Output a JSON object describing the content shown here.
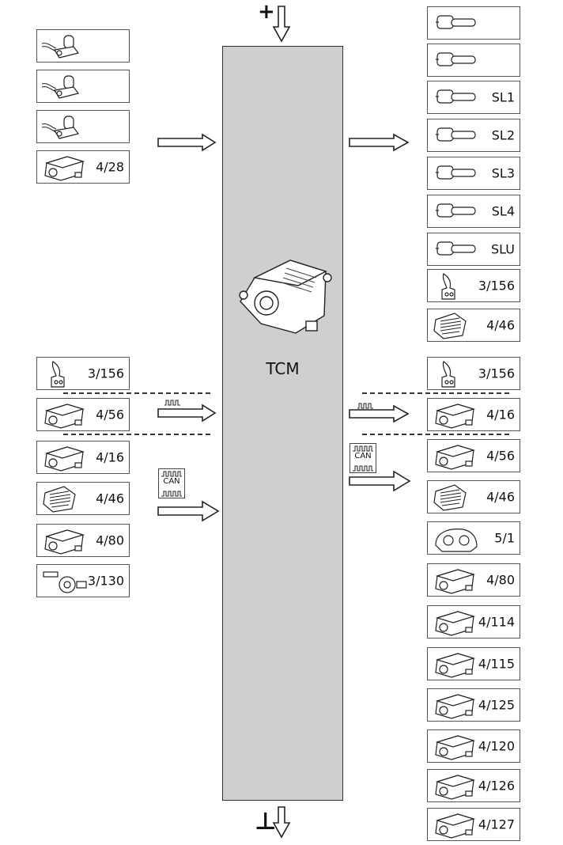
{
  "tcm": {
    "label": "TCM"
  },
  "supply": {
    "plus": "+",
    "ground": "⊥"
  },
  "signal_symbols": {
    "can_text": "CAN"
  },
  "left_inputs": [
    {
      "label": "",
      "icon": "sensor-icon"
    },
    {
      "label": "",
      "icon": "sensor-icon"
    },
    {
      "label": "",
      "icon": "sensor-icon"
    },
    {
      "label": "4/28",
      "icon": "module-icon"
    }
  ],
  "left_signals": [
    {
      "label": "3/156",
      "icon": "selector-lever-icon"
    },
    {
      "label": "4/56",
      "icon": "module-icon"
    },
    {
      "label": "4/16",
      "icon": "module-icon"
    },
    {
      "label": "4/46",
      "icon": "ecu-icon"
    },
    {
      "label": "4/80",
      "icon": "module-icon"
    },
    {
      "label": "3/130",
      "icon": "switch-icon"
    }
  ],
  "right_outputs": [
    {
      "label": "",
      "icon": "solenoid-icon"
    },
    {
      "label": "",
      "icon": "solenoid-icon"
    },
    {
      "label": "SL1",
      "icon": "solenoid-icon"
    },
    {
      "label": "SL2",
      "icon": "solenoid-icon"
    },
    {
      "label": "SL3",
      "icon": "solenoid-icon"
    },
    {
      "label": "SL4",
      "icon": "solenoid-icon"
    },
    {
      "label": "SLU",
      "icon": "solenoid-icon"
    },
    {
      "label": "3/156",
      "icon": "selector-lever-icon"
    },
    {
      "label": "4/46",
      "icon": "ecu-icon"
    }
  ],
  "right_signals": [
    {
      "label": "3/156",
      "icon": "selector-lever-icon"
    },
    {
      "label": "4/16",
      "icon": "module-icon"
    },
    {
      "label": "4/56",
      "icon": "module-icon"
    },
    {
      "label": "4/46",
      "icon": "ecu-icon"
    },
    {
      "label": "5/1",
      "icon": "cluster-icon"
    },
    {
      "label": "4/80",
      "icon": "module-icon"
    },
    {
      "label": "4/114",
      "icon": "module-icon"
    },
    {
      "label": "4/115",
      "icon": "module-icon"
    },
    {
      "label": "4/125",
      "icon": "module-icon"
    },
    {
      "label": "4/120",
      "icon": "module-icon"
    },
    {
      "label": "4/126",
      "icon": "module-icon"
    },
    {
      "label": "4/127",
      "icon": "module-icon"
    }
  ]
}
